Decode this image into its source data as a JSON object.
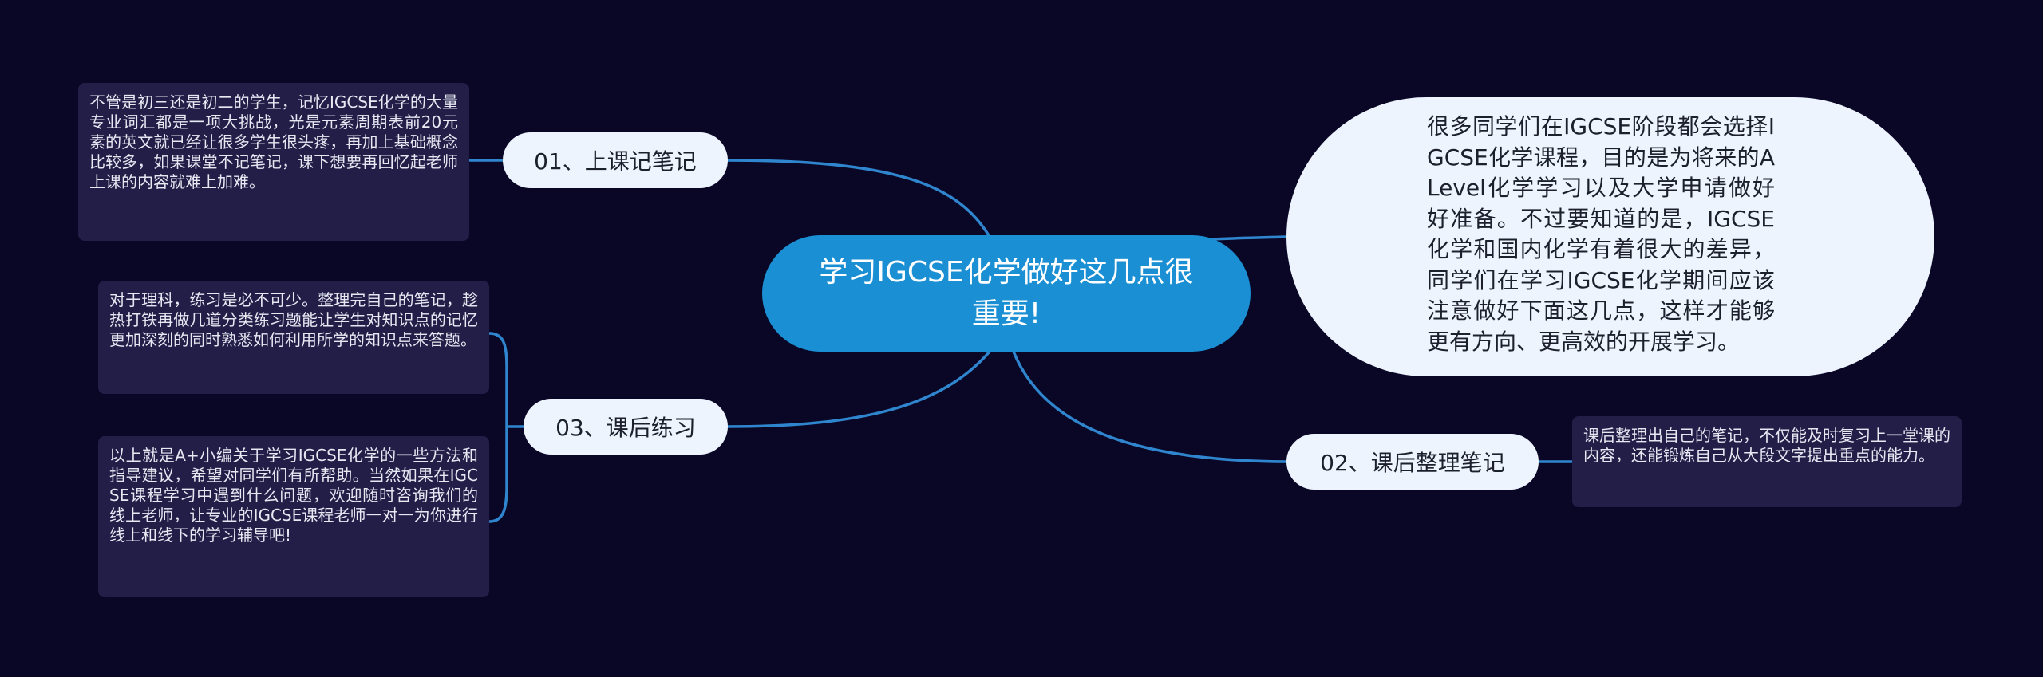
{
  "theme": {
    "background": "#0a0726",
    "center_color": "#1a8fd3",
    "node_color": "#eef4fd",
    "note_color": "#221e48",
    "edge_color": "#2f86cf"
  },
  "center": {
    "title": "学习IGCSE化学做好这几点很重要!"
  },
  "intro": {
    "text": "很多同学们在IGCSE阶段都会选择IGCSE化学课程，目的是为将来的ALevel化学学习以及大学申请做好好准备。不过要知道的是，IGCSE化学和国内化学有着很大的差异，同学们在学习IGCSE化学期间应该注意做好下面这几点，这样才能够更有方向、更高效的开展学习。"
  },
  "branches": [
    {
      "label": "01、上课记笔记",
      "notes": [
        "不管是初三还是初二的学生，记忆IGCSE化学的大量专业词汇都是一项大挑战，光是元素周期表前20元素的英文就已经让很多学生很头疼，再加上基础概念比较多，如果课堂不记笔记，课下想要再回忆起老师上课的内容就难上加难。"
      ]
    },
    {
      "label": "02、课后整理笔记",
      "notes": [
        "课后整理出自己的笔记，不仅能及时复习上一堂课的内容，还能锻炼自己从大段文字提出重点的能力。"
      ]
    },
    {
      "label": "03、课后练习",
      "notes": [
        "对于理科，练习是必不可少。整理完自己的笔记，趁热打铁再做几道分类练习题能让学生对知识点的记忆更加深刻的同时熟悉如何利用所学的知识点来答题。",
        "以上就是A+小编关于学习IGCSE化学的一些方法和指导建议，希望对同学们有所帮助。当然如果在IGCSE课程学习中遇到什么问题，欢迎随时咨询我们的线上老师，让专业的IGCSE课程老师一对一为你进行线上和线下的学习辅导吧!"
      ]
    }
  ]
}
